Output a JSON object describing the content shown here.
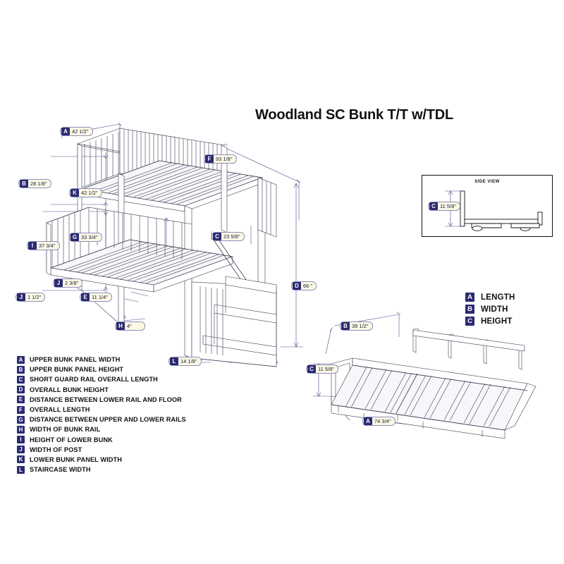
{
  "title": "Woodland SC Bunk T/T w/TDL",
  "sideview": {
    "label": "SIDE VIEW",
    "callout": {
      "key": "C",
      "value": "11 5/8\""
    }
  },
  "main_callouts": [
    {
      "key": "A",
      "value": "42 1/2\"",
      "name": "callout-a-upper-bunk-panel-width"
    },
    {
      "key": "B",
      "value": "28 1/8\"",
      "name": "callout-b-upper-bunk-panel-height"
    },
    {
      "key": "K",
      "value": "42 1/2\"",
      "name": "callout-k-lower-bunk-panel-width"
    },
    {
      "key": "F",
      "value": "93 1/8\"",
      "name": "callout-f-overall-length"
    },
    {
      "key": "G",
      "value": "33 3/4\"",
      "name": "callout-g-distance-upper-lower-rails"
    },
    {
      "key": "C",
      "value": "23 5/8\"",
      "name": "callout-c-short-guard-rail-length"
    },
    {
      "key": "I",
      "value": "37 3/4\"",
      "name": "callout-i-height-of-lower-bunk"
    },
    {
      "key": "J",
      "value": "2 3/8\"",
      "name": "callout-j-width-of-post-upper"
    },
    {
      "key": "J",
      "value": "1 1/2\"",
      "name": "callout-j-width-of-post-lower"
    },
    {
      "key": "E",
      "value": "11 1/4\"",
      "name": "callout-e-lower-rail-to-floor"
    },
    {
      "key": "H",
      "value": "4\"",
      "name": "callout-h-width-of-bunk-rail"
    },
    {
      "key": "D",
      "value": "66 \"",
      "name": "callout-d-overall-bunk-height"
    },
    {
      "key": "L",
      "value": "14 1/8\"",
      "name": "callout-l-staircase-width"
    }
  ],
  "trundle_callouts": [
    {
      "key": "B",
      "value": "39 1/2\"",
      "name": "callout-trundle-b-width"
    },
    {
      "key": "C",
      "value": "11 5/8\"",
      "name": "callout-trundle-c-height"
    },
    {
      "key": "A",
      "value": "74 3/4\"",
      "name": "callout-trundle-a-length"
    }
  ],
  "legend": [
    {
      "key": "A",
      "label": "UPPER BUNK PANEL WIDTH"
    },
    {
      "key": "B",
      "label": "UPPER BUNK PANEL HEIGHT"
    },
    {
      "key": "C",
      "label": "SHORT GUARD RAIL OVERALL LENGTH"
    },
    {
      "key": "D",
      "label": "OVERALL BUNK HEIGHT"
    },
    {
      "key": "E",
      "label": "DISTANCE BETWEEN LOWER RAIL AND FLOOR"
    },
    {
      "key": "F",
      "label": "OVERALL LENGTH"
    },
    {
      "key": "G",
      "label": "DISTANCE BETWEEN UPPER AND LOWER RAILS"
    },
    {
      "key": "H",
      "label": "WIDTH OF BUNK RAIL"
    },
    {
      "key": "I",
      "label": "HEIGHT OF LOWER BUNK"
    },
    {
      "key": "J",
      "label": "WIDTH OF POST"
    },
    {
      "key": "K",
      "label": "LOWER BUNK PANEL WIDTH"
    },
    {
      "key": "L",
      "label": "STAIRCASE WIDTH"
    }
  ],
  "abc_key": [
    {
      "key": "A",
      "label": "LENGTH"
    },
    {
      "key": "B",
      "label": "WIDTH"
    },
    {
      "key": "C",
      "label": "HEIGHT"
    }
  ],
  "colors": {
    "badge_key": "#2a2a72",
    "badge_fill": "#fbf8e4",
    "badge_border": "#8e8ebb",
    "line": "#3a3a52",
    "dimension_line": "#4a4a8a",
    "text": "#111111"
  }
}
